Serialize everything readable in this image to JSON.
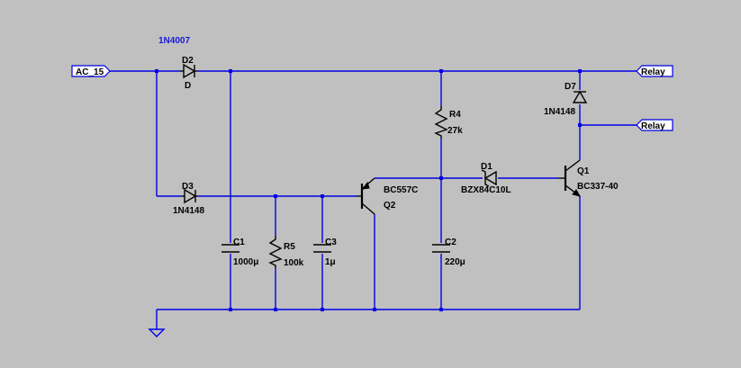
{
  "colors": {
    "background": "#c0c0c0",
    "wire": "#0000e6",
    "component": "#000000",
    "directive": "#1a1ad6"
  },
  "directive": "1N4007",
  "net_labels": {
    "input": "AC_15",
    "relay_top": "Relay",
    "relay_mid": "Relay"
  },
  "components": {
    "D2": {
      "ref": "D2",
      "value": "D"
    },
    "D3": {
      "ref": "D3",
      "value": "1N4148"
    },
    "D7": {
      "ref": "D7",
      "value": "1N4148"
    },
    "D1": {
      "ref": "D1",
      "value": "BZX84C10L"
    },
    "R4": {
      "ref": "R4",
      "value": "27k"
    },
    "R5": {
      "ref": "R5",
      "value": "100k"
    },
    "C1": {
      "ref": "C1",
      "value": "1000μ"
    },
    "C2": {
      "ref": "C2",
      "value": "220μ"
    },
    "C3": {
      "ref": "C3",
      "value": "1μ"
    },
    "Q1": {
      "ref": "Q1",
      "value": "BC337-40"
    },
    "Q2": {
      "ref": "Q2",
      "value": "BC557C"
    }
  },
  "icons": {
    "ground": "ground-icon"
  }
}
